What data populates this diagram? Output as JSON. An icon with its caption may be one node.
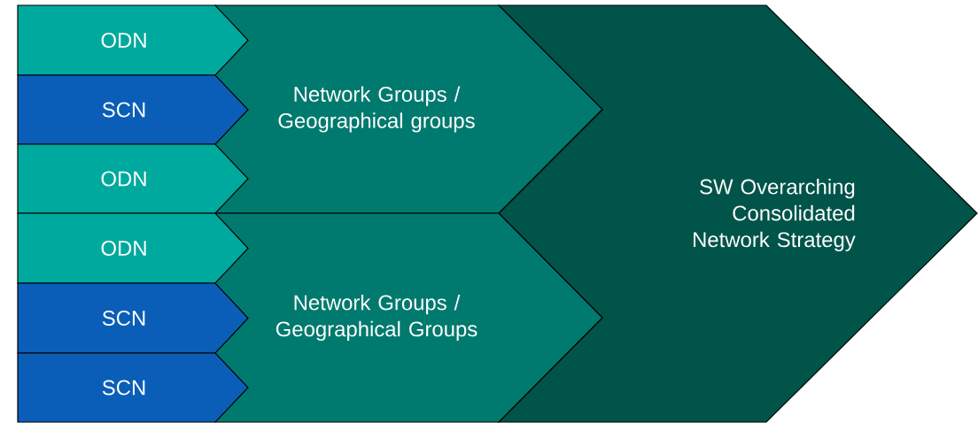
{
  "diagram": {
    "nodes": [
      {
        "text": [
          "ODN"
        ]
      },
      {
        "text": [
          "SCN"
        ]
      },
      {
        "text": [
          "ODN"
        ]
      },
      {
        "text": [
          "ODN"
        ]
      },
      {
        "text": [
          "SCN"
        ]
      },
      {
        "text": [
          "SCN"
        ]
      },
      {
        "text": [
          "Network Groups / Geographical groups"
        ]
      },
      {
        "text": [
          "Network Groups / Geographical Groups"
        ]
      },
      {
        "text": [
          "SW Overarching Consolidated Network Strategy"
        ]
      }
    ]
  }
}
